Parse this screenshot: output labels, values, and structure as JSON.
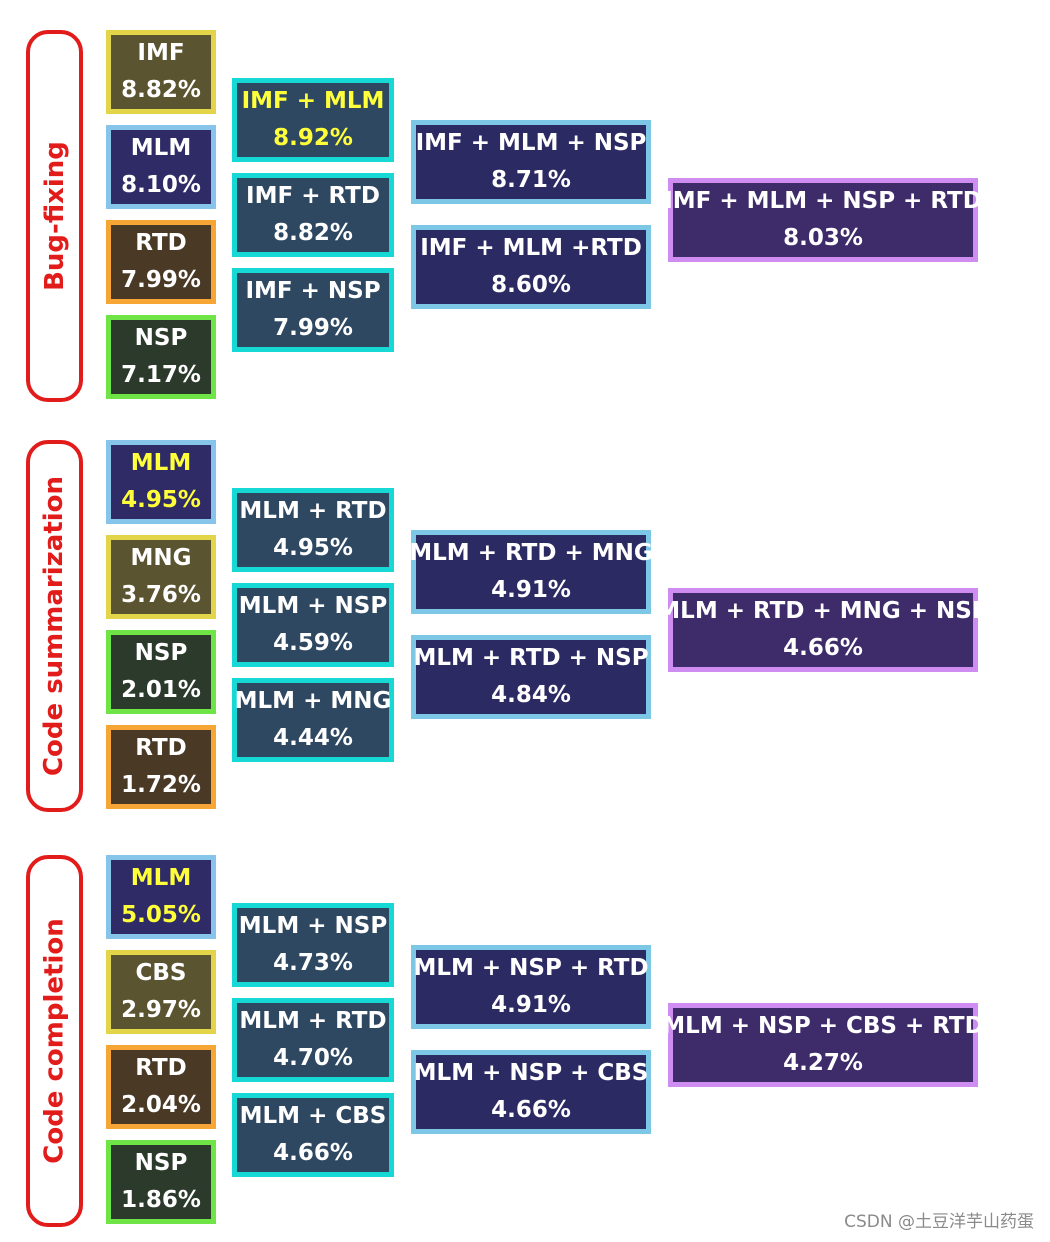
{
  "sections": [
    {
      "label": "Bug-fixing",
      "single": [
        {
          "name": "IMF",
          "value": "8.82%",
          "border": "#e3d54a",
          "fill": "#5b5430",
          "highlight": false
        },
        {
          "name": "MLM",
          "value": "8.10%",
          "border": "#86c4ea",
          "fill": "#2f2b66",
          "highlight": false
        },
        {
          "name": "RTD",
          "value": "7.99%",
          "border": "#f7a534",
          "fill": "#4a3a25",
          "highlight": false
        },
        {
          "name": "NSP",
          "value": "7.17%",
          "border": "#6ee447",
          "fill": "#2c3a2c",
          "highlight": false
        }
      ],
      "pairs": [
        {
          "name": "IMF + MLM",
          "value": "8.92%",
          "highlight": true
        },
        {
          "name": "IMF + RTD",
          "value": "8.82%",
          "highlight": false
        },
        {
          "name": "IMF + NSP",
          "value": "7.99%",
          "highlight": false
        }
      ],
      "triples": [
        {
          "name": "IMF + MLM + NSP",
          "value": "8.71%"
        },
        {
          "name": "IMF + MLM +RTD",
          "value": "8.60%"
        }
      ],
      "quad": {
        "name": "IMF + MLM + NSP + RTD",
        "value": "8.03%"
      }
    },
    {
      "label": "Code summarization",
      "single": [
        {
          "name": "MLM",
          "value": "4.95%",
          "border": "#86c4ea",
          "fill": "#2f2b66",
          "highlight": true
        },
        {
          "name": "MNG",
          "value": "3.76%",
          "border": "#e3d54a",
          "fill": "#5b5430",
          "highlight": false
        },
        {
          "name": "NSP",
          "value": "2.01%",
          "border": "#6ee447",
          "fill": "#2c3a2c",
          "highlight": false
        },
        {
          "name": "RTD",
          "value": "1.72%",
          "border": "#f7a534",
          "fill": "#4a3a25",
          "highlight": false
        }
      ],
      "pairs": [
        {
          "name": "MLM + RTD",
          "value": "4.95%",
          "highlight": false
        },
        {
          "name": "MLM + NSP",
          "value": "4.59%",
          "highlight": false
        },
        {
          "name": "MLM + MNG",
          "value": "4.44%",
          "highlight": false
        }
      ],
      "triples": [
        {
          "name": "MLM + RTD + MNG",
          "value": "4.91%"
        },
        {
          "name": "MLM + RTD + NSP",
          "value": "4.84%"
        }
      ],
      "quad": {
        "name": "MLM + RTD + MNG + NSP",
        "value": "4.66%"
      }
    },
    {
      "label": "Code completion",
      "single": [
        {
          "name": "MLM",
          "value": "5.05%",
          "border": "#86c4ea",
          "fill": "#2f2b66",
          "highlight": true
        },
        {
          "name": "CBS",
          "value": "2.97%",
          "border": "#e3d54a",
          "fill": "#5b5430",
          "highlight": false
        },
        {
          "name": "RTD",
          "value": "2.04%",
          "border": "#f7a534",
          "fill": "#4a3a25",
          "highlight": false
        },
        {
          "name": "NSP",
          "value": "1.86%",
          "border": "#6ee447",
          "fill": "#2c3a2c",
          "highlight": false
        }
      ],
      "pairs": [
        {
          "name": "MLM + NSP",
          "value": "4.73%",
          "highlight": false
        },
        {
          "name": "MLM + RTD",
          "value": "4.70%",
          "highlight": false
        },
        {
          "name": "MLM + CBS",
          "value": "4.66%",
          "highlight": false
        }
      ],
      "triples": [
        {
          "name": "MLM + NSP + RTD",
          "value": "4.91%"
        },
        {
          "name": "MLM + NSP + CBS",
          "value": "4.66%"
        }
      ],
      "quad": {
        "name": "MLM + NSP + CBS + RTD",
        "value": "4.27%"
      }
    }
  ],
  "watermark": "CSDN @土豆洋芋山药蛋"
}
